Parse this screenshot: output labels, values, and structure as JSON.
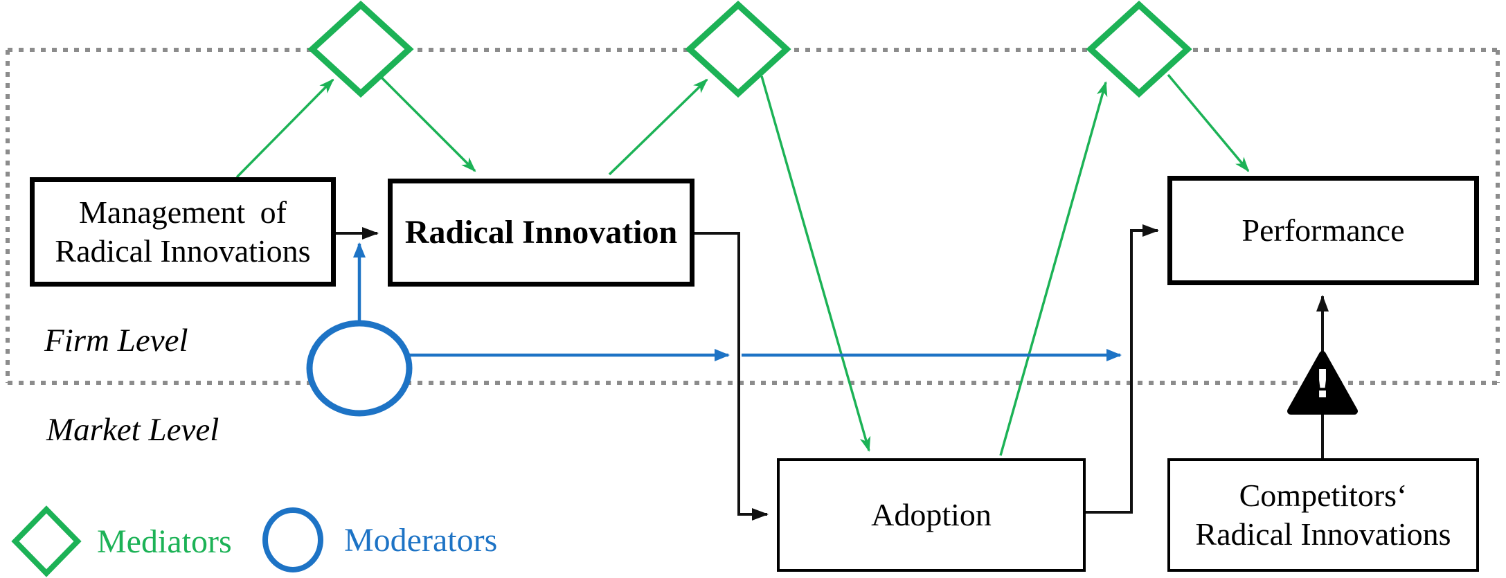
{
  "figure": {
    "boxes": {
      "management": {
        "line1": "Management of",
        "line2": "Radical Innovations"
      },
      "radical": {
        "label": "Radical Innovation"
      },
      "performance": {
        "label": "Performance"
      },
      "adoption": {
        "label": "Adoption"
      },
      "competitors": {
        "line1": "Competitors‘",
        "line2": "Radical Innovations"
      }
    },
    "levels": {
      "firm_level": "Firm Level",
      "market_level": "Market Level"
    },
    "legend": {
      "mediators_label": "Mediators",
      "moderators_label": "Moderators"
    },
    "warning": {
      "mark": "!"
    }
  },
  "icons": {
    "mediator": "green-diamond",
    "moderator": "blue-circle",
    "competition_threat": "black-warning-triangle"
  },
  "colors": {
    "mediator_green": "#1cb256",
    "moderator_blue": "#1d73c5",
    "dotted_gray": "#8c8c8c",
    "connector_black": "#111111"
  }
}
